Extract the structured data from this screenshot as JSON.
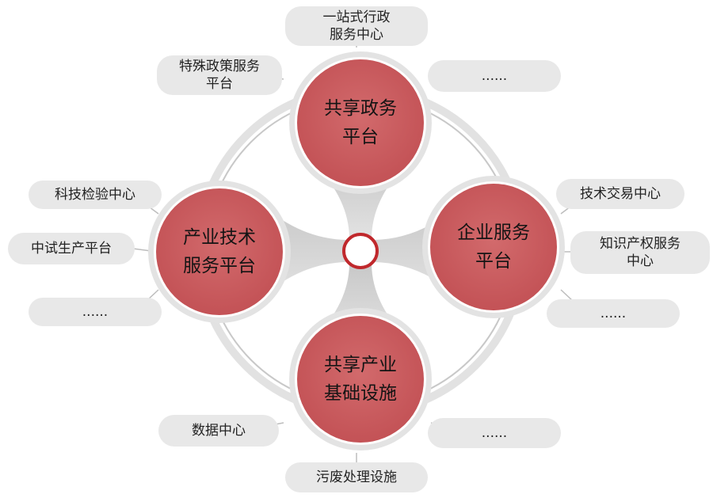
{
  "hubs": {
    "top": {
      "line1": "共享政务",
      "line2": "平台"
    },
    "left": {
      "line1": "产业技术",
      "line2": "服务平台"
    },
    "right": {
      "line1": "企业服务",
      "line2": "平台"
    },
    "bottom": {
      "line1": "共享产业",
      "line2": "基础设施"
    }
  },
  "items": {
    "top": [
      {
        "line1": "一站式行政",
        "line2": "服务中心"
      },
      {
        "line1": "特殊政策服务",
        "line2": "平台"
      },
      {
        "line1": "......",
        "line2": ""
      }
    ],
    "left": [
      {
        "line1": "科技检验中心",
        "line2": ""
      },
      {
        "line1": "中试生产平台",
        "line2": ""
      },
      {
        "line1": "......",
        "line2": ""
      }
    ],
    "right": [
      {
        "line1": "技术交易中心",
        "line2": ""
      },
      {
        "line1": "知识产权服务",
        "line2": "中心"
      },
      {
        "line1": "......",
        "line2": ""
      }
    ],
    "bottom": [
      {
        "line1": "数据中心",
        "line2": ""
      },
      {
        "line1": "......",
        "line2": ""
      },
      {
        "line1": "污废处理设施",
        "line2": ""
      }
    ]
  },
  "colors": {
    "hub_fill": "#c9595c",
    "hub_ring": "#d9d9d9",
    "connector": "#d4d4d4",
    "center_ring": "#c0282c",
    "pill_fill": "#e8e8e8"
  }
}
